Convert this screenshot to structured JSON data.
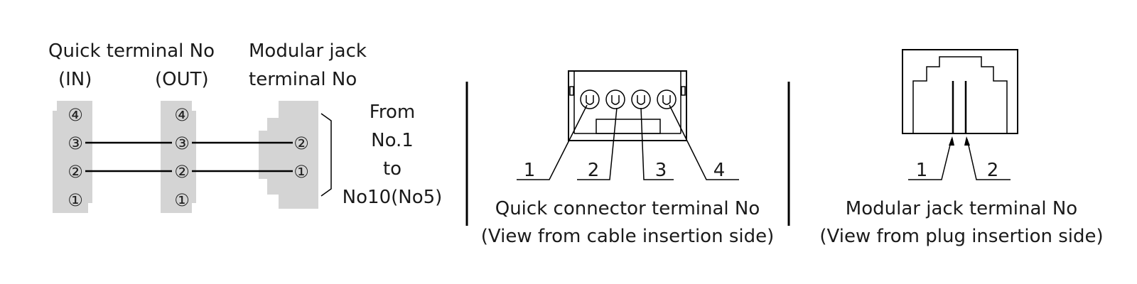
{
  "wiring": {
    "quick_terminal_label": "Quick terminal No",
    "in_label": "(IN)",
    "out_label": "(OUT)",
    "modular_jack_label_line1": "Modular jack",
    "modular_jack_label_line2": "terminal No",
    "in_terminals": [
      "④",
      "③",
      "②",
      "①"
    ],
    "out_terminals": [
      "④",
      "③",
      "②",
      "①"
    ],
    "jack_terminals": [
      "②",
      "①"
    ],
    "range_line1": "From",
    "range_line2": "No.1",
    "range_line3": "to",
    "range_line4": "No10(No5)"
  },
  "quick_connector": {
    "pin_numbers": [
      "1",
      "2",
      "3",
      "4"
    ],
    "caption_line1": "Quick connector terminal No",
    "caption_line2": "(View from cable insertion side)"
  },
  "modular_jack": {
    "pin_numbers": [
      "1",
      "2"
    ],
    "caption_line1": "Modular jack terminal No",
    "caption_line2": "(View from plug insertion side)"
  },
  "colors": {
    "terminal_block": "#d4d4d4",
    "line": "#000000"
  }
}
